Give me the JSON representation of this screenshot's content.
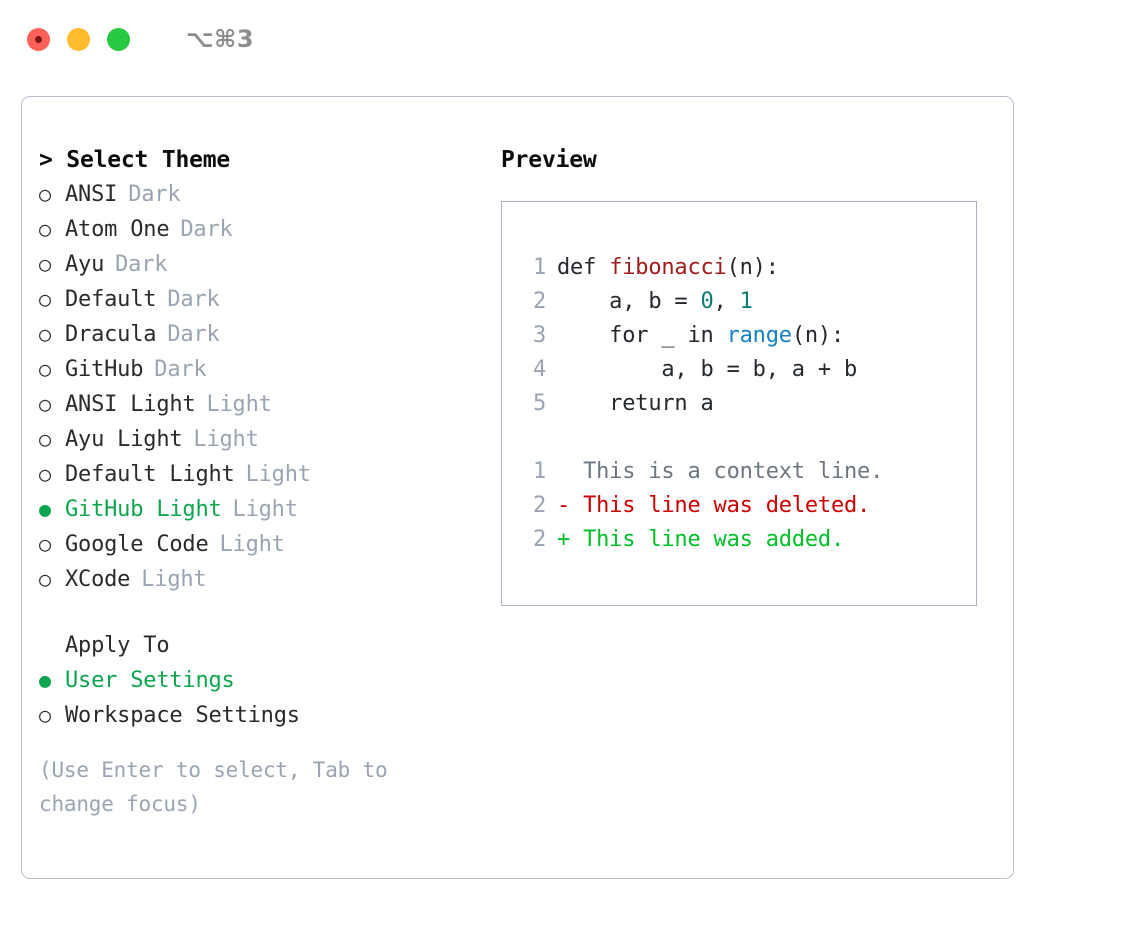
{
  "titlebar": {
    "shortcut": "⌥⌘3",
    "buttons": [
      {
        "name": "close",
        "color": "#ff6058"
      },
      {
        "name": "minimize",
        "color": "#ffbd2e"
      },
      {
        "name": "zoom",
        "color": "#28c840"
      }
    ]
  },
  "theme_picker": {
    "prompt": "> ",
    "heading": "Select Theme",
    "bullet_off": "○",
    "bullet_on": "●",
    "items": [
      {
        "label": "ANSI",
        "tag": "Dark",
        "selected": false
      },
      {
        "label": "Atom One",
        "tag": "Dark",
        "selected": false
      },
      {
        "label": "Ayu",
        "tag": "Dark",
        "selected": false
      },
      {
        "label": "Default",
        "tag": "Dark",
        "selected": false
      },
      {
        "label": "Dracula",
        "tag": "Dark",
        "selected": false
      },
      {
        "label": "GitHub",
        "tag": "Dark",
        "selected": false
      },
      {
        "label": "ANSI Light",
        "tag": "Light",
        "selected": false
      },
      {
        "label": "Ayu Light",
        "tag": "Light",
        "selected": false
      },
      {
        "label": "Default Light",
        "tag": "Light",
        "selected": false
      },
      {
        "label": "GitHub Light",
        "tag": "Light",
        "selected": true
      },
      {
        "label": "Google Code",
        "tag": "Light",
        "selected": false
      },
      {
        "label": "XCode",
        "tag": "Light",
        "selected": false
      }
    ]
  },
  "apply_to": {
    "heading": "Apply To",
    "items": [
      {
        "label": "User Settings",
        "selected": true
      },
      {
        "label": "Workspace Settings",
        "selected": false
      }
    ]
  },
  "hint": "(Use Enter to select, Tab to change focus)",
  "preview": {
    "title": "Preview",
    "code_lines": [
      {
        "no": "1",
        "tokens": [
          {
            "t": "def ",
            "k": "plain"
          },
          {
            "t": "fibonacci",
            "k": "fn"
          },
          {
            "t": "(n):",
            "k": "plain"
          }
        ]
      },
      {
        "no": "2",
        "tokens": [
          {
            "t": "    a, b = ",
            "k": "plain"
          },
          {
            "t": "0",
            "k": "num"
          },
          {
            "t": ", ",
            "k": "plain"
          },
          {
            "t": "1",
            "k": "num"
          }
        ]
      },
      {
        "no": "3",
        "tokens": [
          {
            "t": "    for _ in ",
            "k": "plain"
          },
          {
            "t": "range",
            "k": "call"
          },
          {
            "t": "(n):",
            "k": "plain"
          }
        ]
      },
      {
        "no": "4",
        "tokens": [
          {
            "t": "        a, b = b, a + b",
            "k": "plain"
          }
        ]
      },
      {
        "no": "5",
        "tokens": [
          {
            "t": "    return a",
            "k": "plain"
          }
        ]
      }
    ],
    "diff_lines": [
      {
        "no": "1",
        "marker": "  ",
        "text": "This is a context line.",
        "kind": "ctx"
      },
      {
        "no": "2",
        "marker": "- ",
        "text": "This line was deleted.",
        "kind": "del"
      },
      {
        "no": "2",
        "marker": "+ ",
        "text": "This line was added.",
        "kind": "add"
      }
    ]
  },
  "colors": {
    "accent_green": "#0da64f",
    "diff_add": "#00bf28",
    "diff_del": "#cc0000",
    "muted": "#9aa4b2",
    "border": "#b6bfcc",
    "preview_border": "#a8b2c0",
    "syntax_function": "#9e1c1c",
    "syntax_number": "#0d7a73",
    "syntax_call": "#1282c4"
  }
}
